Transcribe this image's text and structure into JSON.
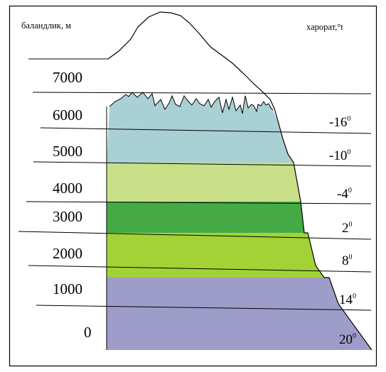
{
  "header": {
    "altitude_label": "баландлик, м",
    "temperature_label": "харорат,°t"
  },
  "altitude_labels": [
    "7000",
    "6000",
    "5000",
    "4000",
    "3000",
    "2000",
    "1000",
    "0"
  ],
  "temperature_labels": [
    {
      "value": "-16",
      "degree": "0"
    },
    {
      "value": "-10",
      "degree": "0"
    },
    {
      "value": "-4",
      "degree": "0"
    },
    {
      "value": "2",
      "degree": "0"
    },
    {
      "value": "8",
      "degree": "0"
    },
    {
      "value": "14",
      "degree": "0"
    },
    {
      "value": "20",
      "degree": "0"
    }
  ],
  "zone_colors": {
    "snow": "#ffffff",
    "ice": "#a9d0d4",
    "light_green": "#c8df88",
    "green": "#45aa46",
    "yellow_green": "#a2d236",
    "lavender": "#9e9dc9"
  }
}
